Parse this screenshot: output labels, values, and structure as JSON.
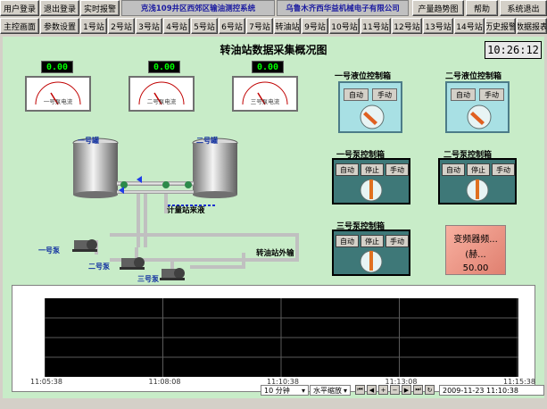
{
  "top_row": {
    "user_login": "用户登录",
    "logout": "退出登录",
    "realtime_alarm": "实时报警",
    "banner_left": "克浅109井区西郊区输油测控系统",
    "banner_right": "乌鲁木齐西华益机械电子有限公司",
    "trend_graph": "产量趋势图",
    "help": "帮助",
    "exit_system": "系统退出"
  },
  "nav_row": [
    "主控画面",
    "参数设置",
    "1号站",
    "2号站",
    "3号站",
    "4号站",
    "5号站",
    "6号站",
    "7号站",
    "转油站",
    "9号站",
    "10号站",
    "11号站",
    "12号站",
    "13号站",
    "14号站",
    "历史报警",
    "数据报表"
  ],
  "main": {
    "title": "转油站数据采集概况图",
    "clock": "10:26:12",
    "gauges": [
      {
        "value": "0.00",
        "label": "一号泵电流",
        "ticks": [
          "30",
          "60",
          "90",
          "120",
          "0",
          "150"
        ]
      },
      {
        "value": "0.00",
        "label": "二号泵电流",
        "ticks": [
          "30",
          "60",
          "90",
          "120",
          "0",
          "150"
        ]
      },
      {
        "value": "0.00",
        "label": "三号泵电流",
        "ticks": [
          "30",
          "60",
          "90",
          "120",
          "0",
          "150"
        ]
      }
    ],
    "tank1": "一号罐",
    "tank2": "二号罐",
    "metering": "计量站来液",
    "export": "转油站外输",
    "pump1": "一号泵",
    "pump2": "二号泵",
    "pump3": "三号泵",
    "level_box_1": {
      "title": "一号液位控制箱",
      "auto": "自动",
      "manual": "手动"
    },
    "level_box_2": {
      "title": "二号液位控制箱",
      "auto": "自动",
      "manual": "手动"
    },
    "pump_box_1": {
      "title": "一号泵控制箱",
      "auto": "自动",
      "stop": "停止",
      "manual": "手动"
    },
    "pump_box_2": {
      "title": "二号泵控制箱",
      "auto": "自动",
      "stop": "停止",
      "manual": "手动"
    },
    "pump_box_3": {
      "title": "三号泵控制箱",
      "auto": "自动",
      "stop": "停止",
      "manual": "手动"
    },
    "vfd": {
      "label": "变频器频...",
      "unit": "(赫...",
      "value": "50.00"
    }
  },
  "chart": {
    "x_ticks": [
      "11:05:38",
      "11:08:08",
      "11:10:38",
      "11:13:08",
      "11:15:38"
    ],
    "interval": "10 分钟",
    "zoom": "水平缩放",
    "datetime": "2009-11-23 11:10:38"
  },
  "colors": {
    "banner_text": "#1a1aa0",
    "panel_bg": "#c8ecc8",
    "display_green": "#00ff00",
    "pump_box": "#3e7878"
  }
}
